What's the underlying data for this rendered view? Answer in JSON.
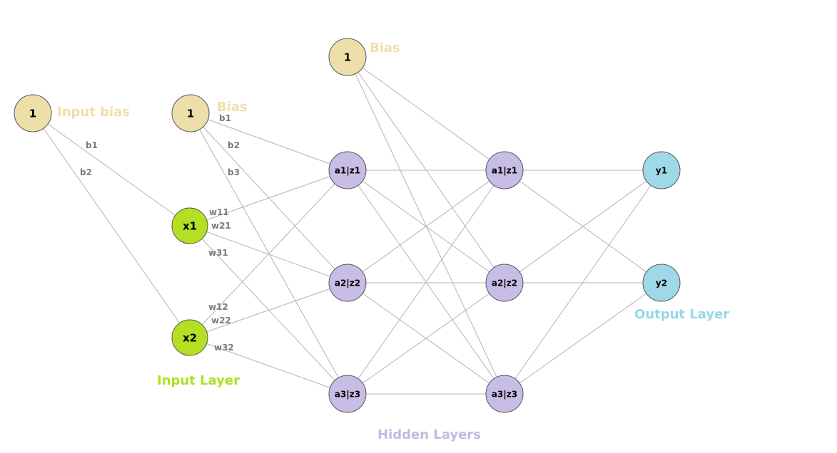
{
  "colors": {
    "bias": "#eedfaa",
    "input": "#b3e024",
    "hidden": "#c8bde6",
    "output": "#9fd8e8",
    "bias_caption": "#efdfa7",
    "input_caption": "#aee021",
    "hidden_caption": "#c4b9e3",
    "output_caption": "#96d7ea",
    "edge": "#b4b4b4"
  },
  "nodes": {
    "input_bias": "1",
    "layer1_bias": "1",
    "layer2_bias": "1",
    "x1": "x1",
    "x2": "x2",
    "h1a": "a1|z1",
    "h1b": "a2|z2",
    "h1c": "a3|z3",
    "h2a": "a1|z1",
    "h2b": "a2|z2",
    "h2c": "a3|z3",
    "y1": "y1",
    "y2": "y2"
  },
  "weights": {
    "input_b1": "b1",
    "input_b2": "b2",
    "bias_b1": "b1",
    "bias_b2": "b2",
    "bias_b3": "b3",
    "w11": "w11",
    "w21": "w21",
    "w31": "w31",
    "w12": "w12",
    "w22": "w22",
    "w32": "w32"
  },
  "captions": {
    "input_bias": "Input bias",
    "bias1": "Bias",
    "bias2": "Bias",
    "input_layer": "Input Layer",
    "hidden_layers": "Hidden Layers",
    "output_layer": "Output Layer"
  }
}
